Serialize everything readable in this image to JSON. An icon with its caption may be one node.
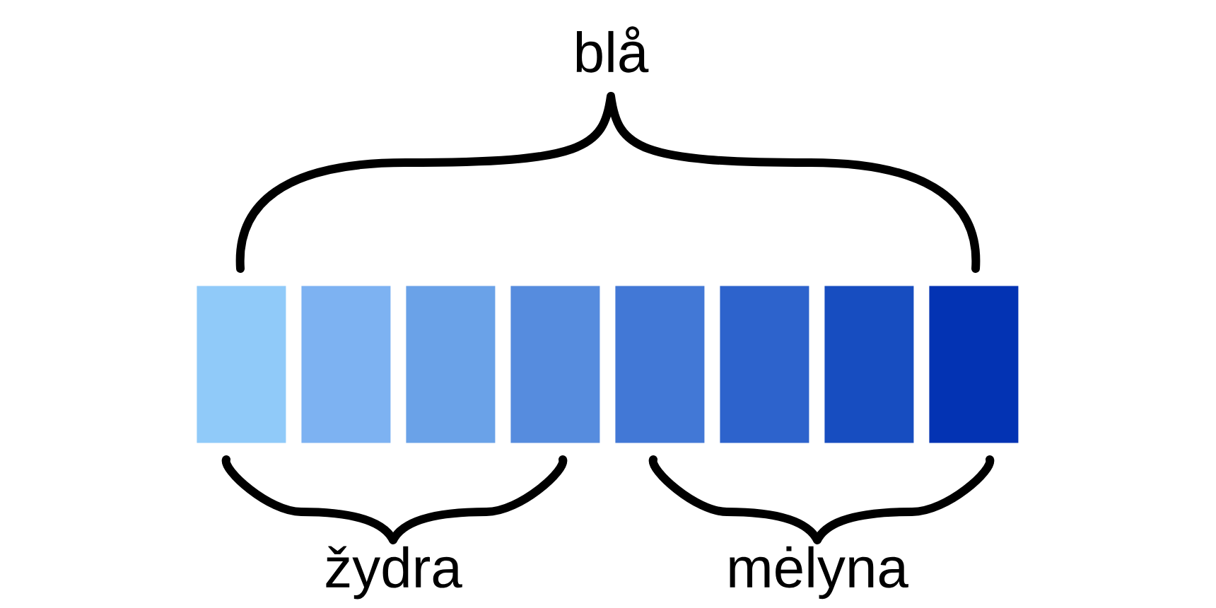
{
  "diagram": {
    "nodes": [
      {
        "text": [],
        "shape": "box"
      },
      {
        "text": [],
        "shape": "box"
      },
      {
        "text": [],
        "shape": "box"
      },
      {
        "text": [],
        "shape": "box"
      },
      {
        "text": [],
        "shape": "box"
      },
      {
        "text": [],
        "shape": "box"
      },
      {
        "text": [],
        "shape": "box"
      },
      {
        "text": [],
        "shape": "box"
      }
    ],
    "labels": [
      "blå",
      "žydra",
      "mėlyna"
    ]
  }
}
